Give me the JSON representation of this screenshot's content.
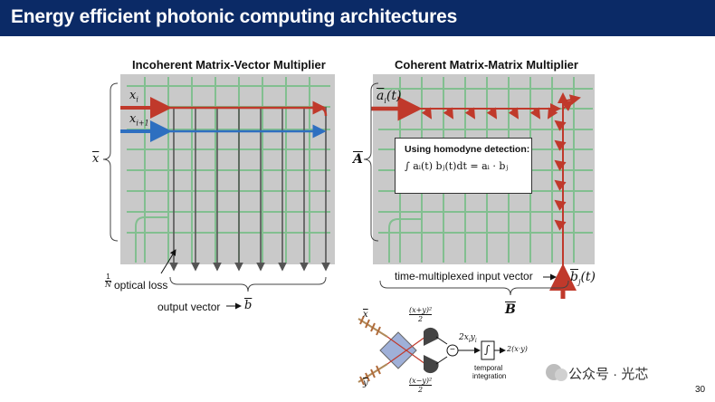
{
  "header": {
    "title": "Energy efficient photonic computing architectures"
  },
  "left": {
    "title": "Incoherent Matrix-Vector Multiplier",
    "input_xi": "x",
    "input_xi_sub": "i",
    "input_xi1": "x",
    "input_xi1_sub": "i+1",
    "vec_label": "x",
    "loss_frac_num": "1",
    "loss_frac_den": "N",
    "loss_text": "optical loss",
    "output_text": "output vector",
    "output_vec": "b"
  },
  "right": {
    "title": "Coherent Matrix-Matrix Multiplier",
    "ai_label": "a",
    "ai_sub": "i",
    "ai_arg": "(t)",
    "vec_label": "A",
    "box_caption": "Using homodyne detection:",
    "box_eq": "∫ aᵢ(t) bⱼ(t)dt = aᵢ · bⱼ",
    "bj_label": "b",
    "bj_sub": "j",
    "bj_arg": "(t)",
    "time_text": "time-multiplexed input vector",
    "B_label": "B"
  },
  "detector": {
    "x_in": "x",
    "y_in": "y",
    "top_frac_num": "(x+y)²",
    "top_frac_den": "2",
    "bot_frac_num": "(x−y)²",
    "bot_frac_den": "2",
    "minus": "−",
    "mid": "2x",
    "mid_sub": "i",
    "mid_y": "y",
    "mid_ysub": "i",
    "integ": "∫",
    "out": "2(x·y)",
    "temporal_1": "temporal",
    "temporal_2": "integration"
  },
  "watermark": "公众号 · 光芯",
  "page_number": "30",
  "colors": {
    "header": "#0b2a66",
    "red": "#c0392b",
    "blue": "#2e6fc0",
    "waveguide": "#7bbf8a"
  }
}
